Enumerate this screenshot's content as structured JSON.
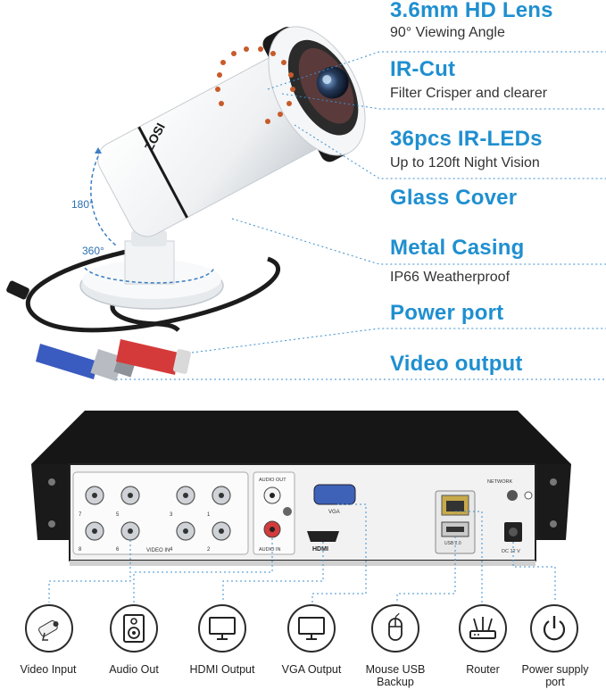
{
  "camera": {
    "brand": "ZOSI",
    "rotation_vertical": "180°",
    "rotation_horizontal": "360°"
  },
  "features": [
    {
      "title": "3.6mm HD Lens",
      "subtitle": "90° Viewing Angle"
    },
    {
      "title": "IR-Cut",
      "subtitle": "Filter Crisper and clearer"
    },
    {
      "title": "36pcs IR-LEDs",
      "subtitle": "Up to 120ft Night Vision"
    },
    {
      "title": "Glass Cover",
      "subtitle": ""
    },
    {
      "title": "Metal Casing",
      "subtitle": "IP66 Weatherproof"
    },
    {
      "title": "Power port",
      "subtitle": ""
    },
    {
      "title": "Video output",
      "subtitle": ""
    }
  ],
  "dvr_panel": {
    "audio_out": "AUDIO OUT",
    "audio_in": "AUDIO IN",
    "video_in": "VIDEO IN",
    "vga": "VGA",
    "hdmi": "HDMI",
    "network": "NETWORK",
    "usb": "USB 2.0",
    "dc": "DC 12 V",
    "channel_numbers": [
      "7",
      "5",
      "3",
      "1",
      "8",
      "6",
      "4",
      "2"
    ]
  },
  "ports": [
    {
      "label": "Video Input",
      "icon": "camera-icon"
    },
    {
      "label": "Audio Out",
      "icon": "speaker-icon"
    },
    {
      "label": "HDMI Output",
      "icon": "monitor-icon"
    },
    {
      "label": "VGA Output",
      "icon": "monitor-icon"
    },
    {
      "label": "Mouse USB Backup",
      "icon": "mouse-icon"
    },
    {
      "label": "Router",
      "icon": "router-icon"
    },
    {
      "label": "Power supply port",
      "icon": "power-icon"
    }
  ]
}
